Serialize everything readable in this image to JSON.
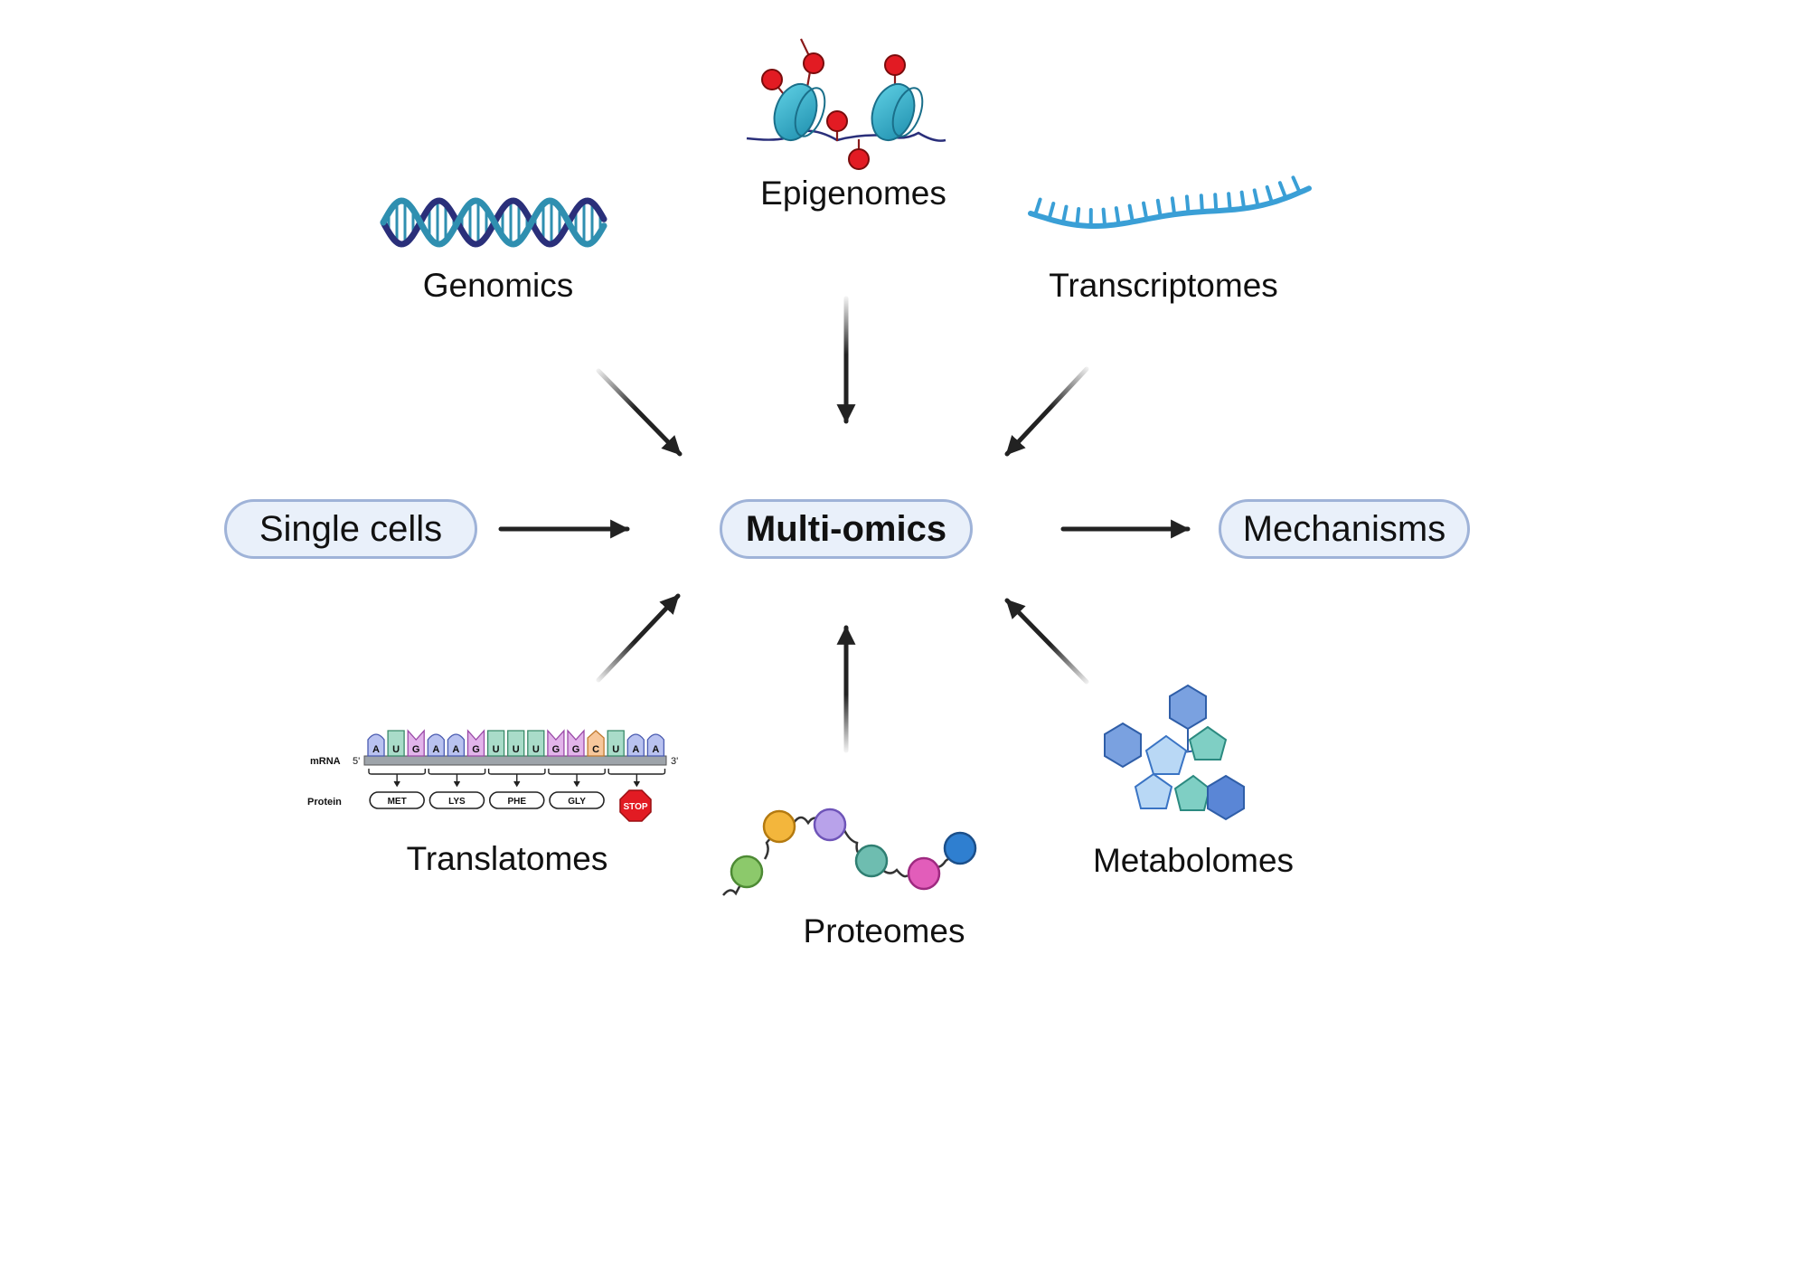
{
  "center": {
    "label": "Multi-omics"
  },
  "input": {
    "label": "Single cells"
  },
  "output": {
    "label": "Mechanisms"
  },
  "omics": {
    "epigenomes": "Epigenomes",
    "genomics": "Genomics",
    "transcriptomes": "Transcriptomes",
    "translatomes": "Translatomes",
    "proteomes": "Proteomes",
    "metabolomes": "Metabolomes"
  },
  "translation_panel": {
    "mrna_label": "mRNA",
    "five_prime": "5'",
    "three_prime": "3'",
    "protein_label": "Protein",
    "bases": [
      "A",
      "U",
      "G",
      "A",
      "A",
      "G",
      "U",
      "U",
      "U",
      "G",
      "G",
      "C",
      "U",
      "A",
      "A"
    ],
    "amino_acids": [
      "MET",
      "LYS",
      "PHE",
      "GLY"
    ],
    "stop_label": "STOP"
  },
  "colors": {
    "arrow": "#222222",
    "pill_fill": "#e9f0fa",
    "pill_border": "#9fb3d8",
    "dna_dark": "#2a2f7a",
    "dna_teal": "#2f8fb0",
    "rna": "#3a9fd6",
    "methyl": "#e21b23",
    "nucleosome": "#3cb6cf",
    "hexagon": "#7aa1e0",
    "pentagon_light": "#b9d8f5",
    "pentagon_teal": "#7fcfc4"
  }
}
